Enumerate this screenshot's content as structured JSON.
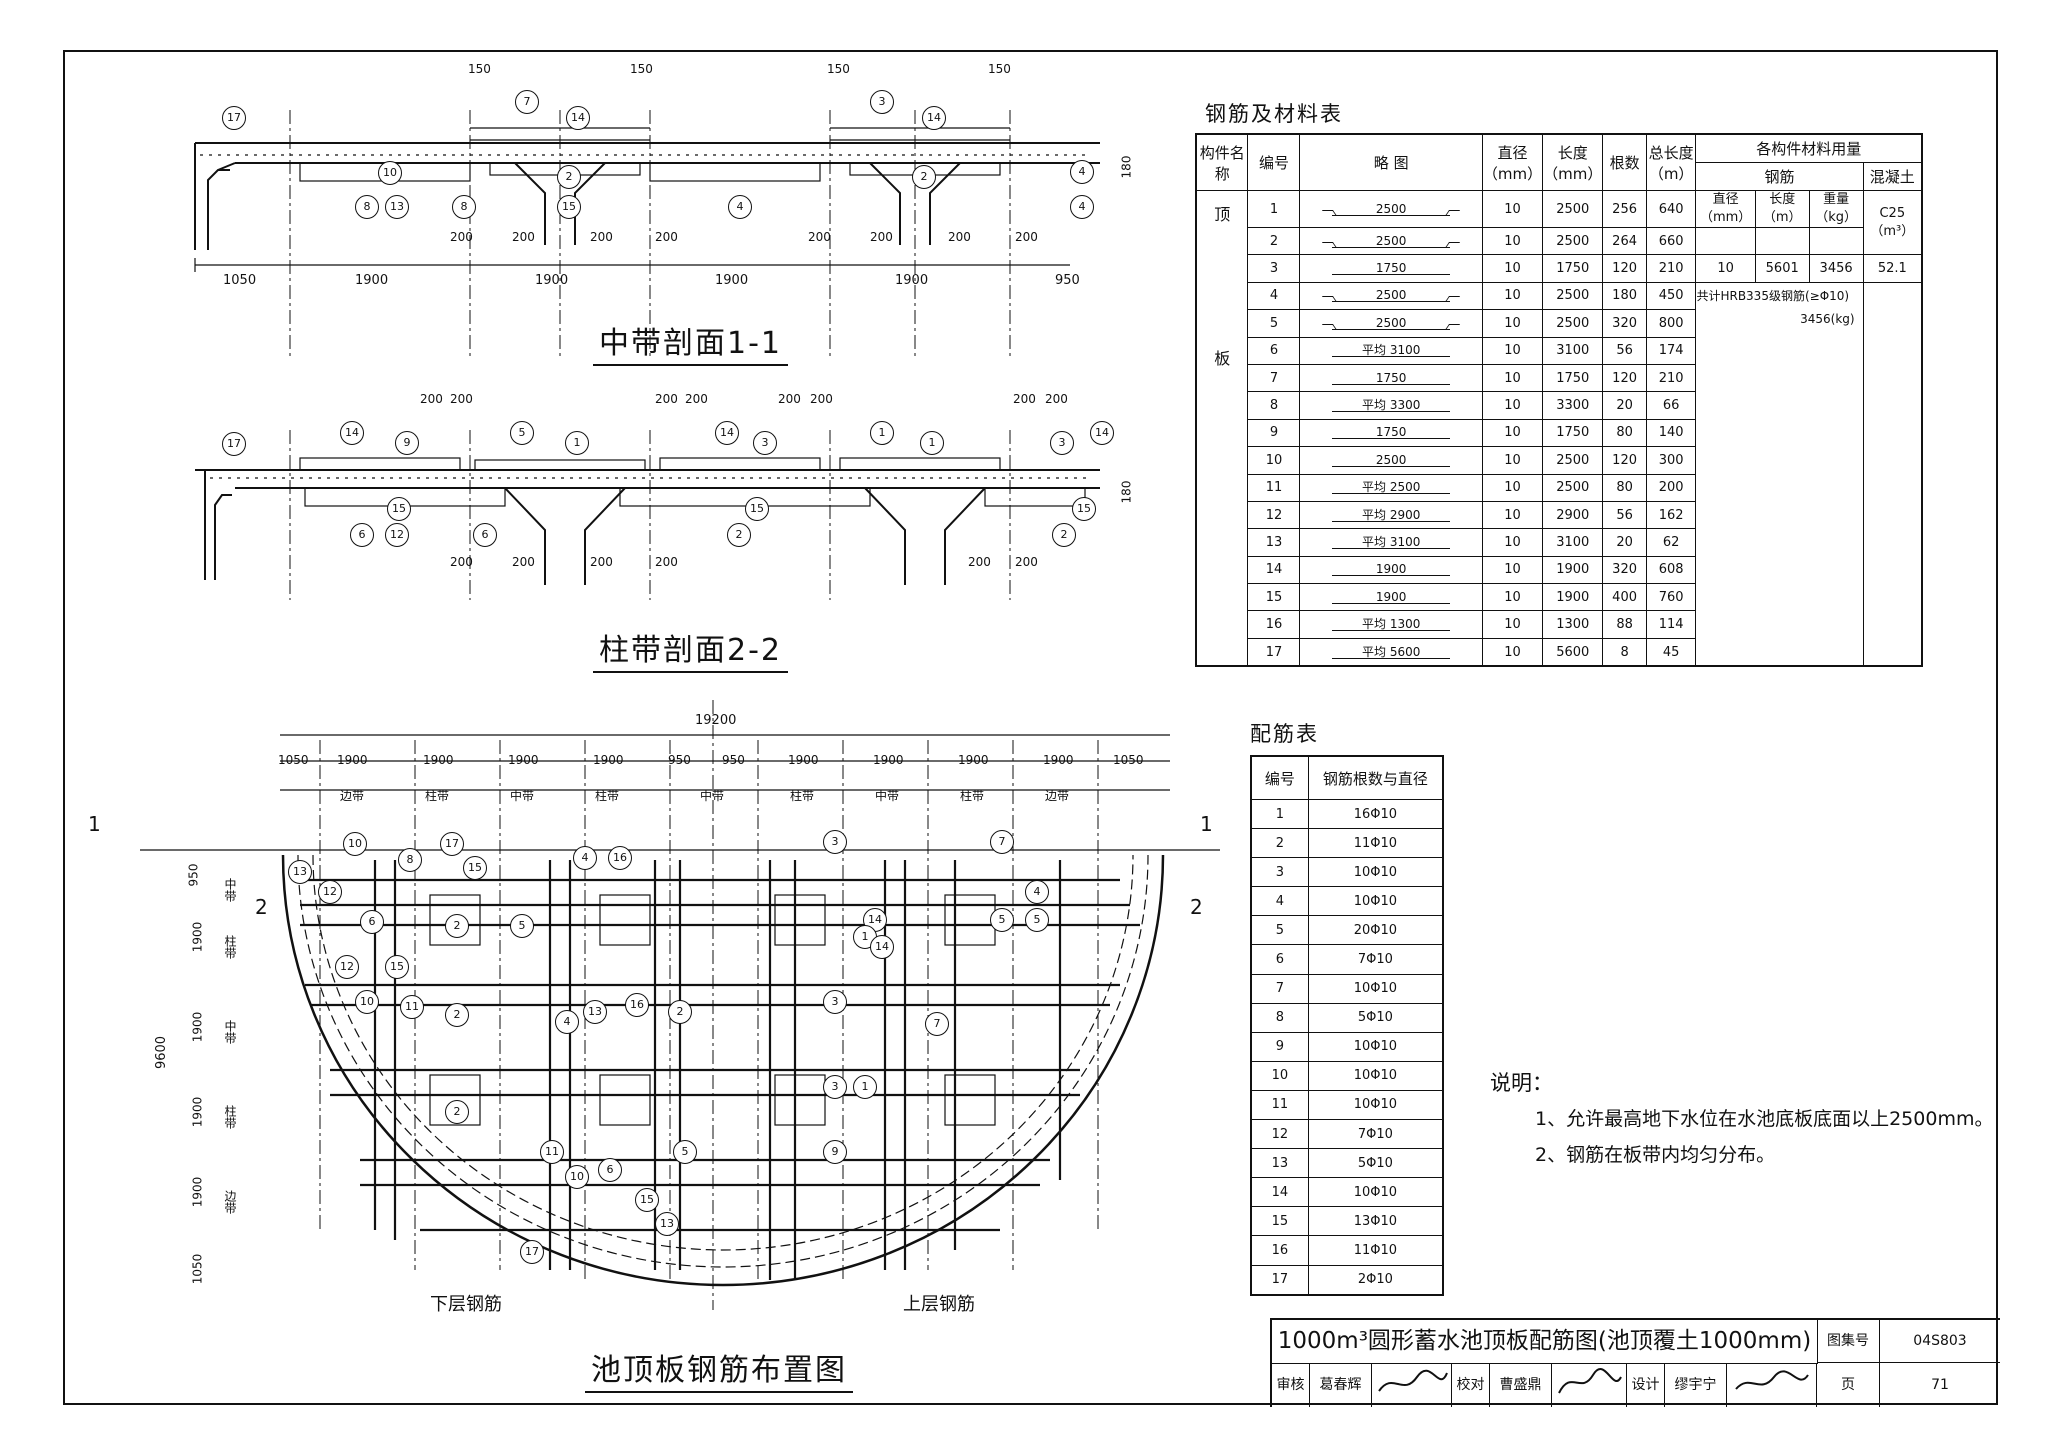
{
  "sections": {
    "s1_title": "中带剖面1-1",
    "s2_title": "柱带剖面2-2",
    "plan_title": "池顶板钢筋布置图",
    "lower_label": "下层钢筋",
    "upper_label": "上层钢筋",
    "s1_dims": [
      "1050",
      "1900",
      "1900",
      "1900",
      "1900",
      "950"
    ],
    "s1_top_dims": [
      "150",
      "150",
      "150",
      "150"
    ],
    "s1_sub_dims": [
      "200",
      "200",
      "200",
      "200",
      "200",
      "200",
      "200",
      "200"
    ],
    "s2_top_dims": [
      "200",
      "200",
      "200",
      "200",
      "200",
      "200",
      "200",
      "200"
    ],
    "s2_sub_dims": [
      "200",
      "200",
      "200",
      "200",
      "200",
      "200"
    ],
    "thickness": "180",
    "s1_marks": [
      "17",
      "7",
      "14",
      "3",
      "14",
      "10",
      "8",
      "13",
      "8",
      "2",
      "4",
      "15",
      "2",
      "4",
      "4"
    ],
    "s2_marks": [
      "17",
      "14",
      "9",
      "5",
      "1",
      "14",
      "3",
      "1",
      "1",
      "14",
      "3",
      "15",
      "6",
      "12",
      "6",
      "15",
      "2",
      "15",
      "2"
    ]
  },
  "plan": {
    "total_width": "19200",
    "width_dims": [
      "1050",
      "1900",
      "1900",
      "1900",
      "1900",
      "950",
      "950",
      "1900",
      "1900",
      "1900",
      "1900",
      "1050"
    ],
    "bands": [
      "边带",
      "柱带",
      "中带",
      "柱带",
      "中带",
      "柱带",
      "中带",
      "柱带",
      "边带"
    ],
    "left_dims": [
      "950",
      "1900",
      "1900",
      "1900",
      "1900",
      "1050"
    ],
    "left_bands": [
      "中带",
      "柱带",
      "中带",
      "柱带",
      "边带"
    ],
    "radius_dim": "9600",
    "cut1": "1",
    "cut2": "2",
    "marks": [
      "10",
      "17",
      "8",
      "15",
      "4",
      "16",
      "13",
      "12",
      "6",
      "2",
      "5",
      "12",
      "15",
      "11",
      "10",
      "2",
      "13",
      "16",
      "2",
      "3",
      "14",
      "1",
      "3",
      "5",
      "14",
      "1",
      "3",
      "7",
      "4",
      "5",
      "9",
      "11",
      "10",
      "6",
      "17",
      "13",
      "15",
      "5",
      "2",
      "7",
      "4"
    ]
  },
  "materials": {
    "title": "钢筋及材料表",
    "headers": {
      "member": "构件名称",
      "no": "编号",
      "sketch": "略 图",
      "dia": "直径（mm）",
      "len": "长度（mm）",
      "count": "根数",
      "total": "总长度（m）",
      "usage": "各构件材料用量",
      "steel": "钢筋",
      "concrete": "混凝土"
    },
    "member_name": [
      "顶",
      "板"
    ],
    "rows": [
      {
        "no": "1",
        "sketch": "2500",
        "dia": "10",
        "len": "2500",
        "count": "256",
        "total": "640"
      },
      {
        "no": "2",
        "sketch": "2500",
        "dia": "10",
        "len": "2500",
        "count": "264",
        "total": "660"
      },
      {
        "no": "3",
        "sketch": "1750",
        "dia": "10",
        "len": "1750",
        "count": "120",
        "total": "210"
      },
      {
        "no": "4",
        "sketch": "2500",
        "dia": "10",
        "len": "2500",
        "count": "180",
        "total": "450"
      },
      {
        "no": "5",
        "sketch": "2500",
        "dia": "10",
        "len": "2500",
        "count": "320",
        "total": "800"
      },
      {
        "no": "6",
        "sketch": "平均 3100",
        "dia": "10",
        "len": "3100",
        "count": "56",
        "total": "174"
      },
      {
        "no": "7",
        "sketch": "1750",
        "dia": "10",
        "len": "1750",
        "count": "120",
        "total": "210"
      },
      {
        "no": "8",
        "sketch": "平均 3300",
        "dia": "10",
        "len": "3300",
        "count": "20",
        "total": "66"
      },
      {
        "no": "9",
        "sketch": "1750",
        "dia": "10",
        "len": "1750",
        "count": "80",
        "total": "140"
      },
      {
        "no": "10",
        "sketch": "2500",
        "dia": "10",
        "len": "2500",
        "count": "120",
        "total": "300"
      },
      {
        "no": "11",
        "sketch": "平均 2500",
        "dia": "10",
        "len": "2500",
        "count": "80",
        "total": "200"
      },
      {
        "no": "12",
        "sketch": "平均 2900",
        "dia": "10",
        "len": "2900",
        "count": "56",
        "total": "162"
      },
      {
        "no": "13",
        "sketch": "平均 3100",
        "dia": "10",
        "len": "3100",
        "count": "20",
        "total": "62"
      },
      {
        "no": "14",
        "sketch": "1900",
        "dia": "10",
        "len": "1900",
        "count": "320",
        "total": "608"
      },
      {
        "no": "15",
        "sketch": "1900",
        "dia": "10",
        "len": "1900",
        "count": "400",
        "total": "760"
      },
      {
        "no": "16",
        "sketch": "平均 1300",
        "dia": "10",
        "len": "1300",
        "count": "88",
        "total": "114"
      },
      {
        "no": "17",
        "sketch": "平均 5600",
        "dia": "10",
        "len": "5600",
        "count": "8",
        "total": "45"
      }
    ],
    "usage": {
      "dia_h": "直径（mm）",
      "len_h": "长度（m）",
      "wt_h": "重量（kg）",
      "conc_h": "C25（m³）",
      "dia": "10",
      "len": "5601",
      "wt": "3456",
      "conc": "52.1",
      "total_note": "共计HRB335级钢筋(≥Φ10)",
      "total_wt": "3456(kg)"
    }
  },
  "rebar_table": {
    "title": "配筋表",
    "h_no": "编号",
    "h_spec": "钢筋根数与直径",
    "rows": [
      {
        "no": "1",
        "spec": "16Φ10"
      },
      {
        "no": "2",
        "spec": "11Φ10"
      },
      {
        "no": "3",
        "spec": "10Φ10"
      },
      {
        "no": "4",
        "spec": "10Φ10"
      },
      {
        "no": "5",
        "spec": "20Φ10"
      },
      {
        "no": "6",
        "spec": "7Φ10"
      },
      {
        "no": "7",
        "spec": "10Φ10"
      },
      {
        "no": "8",
        "spec": "5Φ10"
      },
      {
        "no": "9",
        "spec": "10Φ10"
      },
      {
        "no": "10",
        "spec": "10Φ10"
      },
      {
        "no": "11",
        "spec": "10Φ10"
      },
      {
        "no": "12",
        "spec": "7Φ10"
      },
      {
        "no": "13",
        "spec": "5Φ10"
      },
      {
        "no": "14",
        "spec": "10Φ10"
      },
      {
        "no": "15",
        "spec": "13Φ10"
      },
      {
        "no": "16",
        "spec": "11Φ10"
      },
      {
        "no": "17",
        "spec": "2Φ10"
      }
    ]
  },
  "notes": {
    "heading": "说明：",
    "items": [
      "1、允许最高地下水位在水池底板底面以上2500mm。",
      "2、钢筋在板带内均匀分布。"
    ]
  },
  "titleblock": {
    "title": "1000m³圆形蓄水池顶板配筋图(池顶覆土1000mm)",
    "atlas_label": "图集号",
    "atlas_no": "04S803",
    "review_label": "审核",
    "reviewer": "葛春辉",
    "check_label": "校对",
    "checker": "曹盛鼎",
    "design_label": "设计",
    "designer": "缪宇宁",
    "page_label": "页",
    "page_no": "71"
  }
}
